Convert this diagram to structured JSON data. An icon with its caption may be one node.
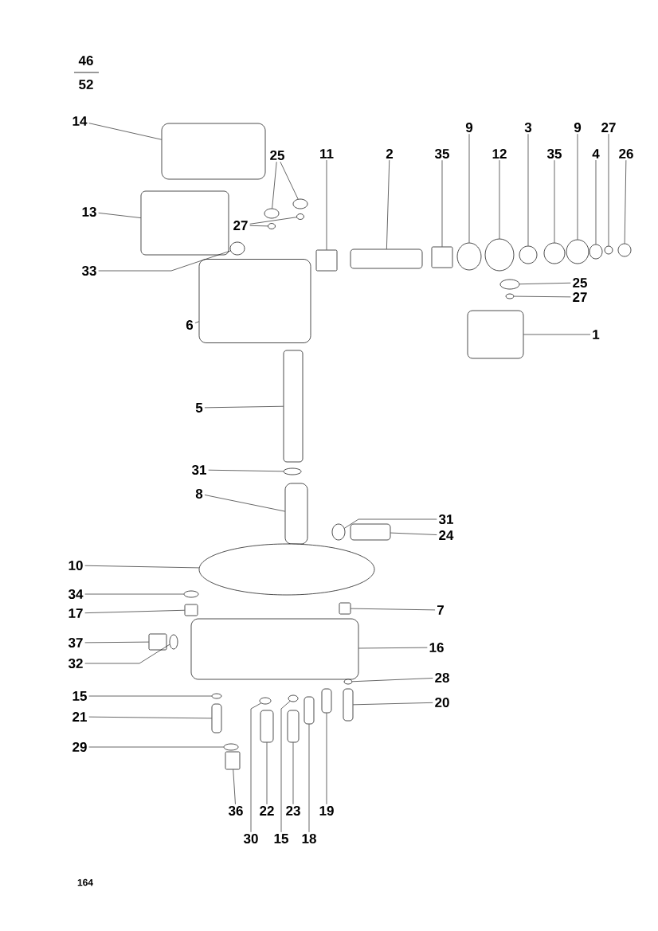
{
  "diagram": {
    "nodes": [
      {
        "text": [
          "14"
        ]
      },
      {
        "text": [],
        "shape": "box"
      },
      {
        "text": [
          "13"
        ]
      },
      {
        "text": [],
        "shape": "cylinder"
      },
      {
        "text": [
          "33"
        ]
      },
      {
        "text": [],
        "shape": "circle"
      },
      {
        "text": [
          "25"
        ]
      },
      {
        "text": [],
        "shape": "circle"
      },
      {
        "text": [],
        "shape": "circle"
      },
      {
        "text": [
          "27"
        ]
      },
      {
        "text": [],
        "shape": "circle"
      },
      {
        "text": [],
        "shape": "circle"
      },
      {
        "text": [
          "6"
        ]
      },
      {
        "text": [],
        "shape": "box"
      },
      {
        "text": [
          "11"
        ]
      },
      {
        "text": [],
        "shape": "box"
      },
      {
        "text": [
          "2"
        ]
      },
      {
        "text": [],
        "shape": "cylinder"
      },
      {
        "text": [
          "35"
        ]
      },
      {
        "text": [],
        "shape": "box"
      },
      {
        "text": [
          "9"
        ]
      },
      {
        "text": [],
        "shape": "circle"
      },
      {
        "text": [
          "12"
        ]
      },
      {
        "text": [],
        "shape": "circle"
      },
      {
        "text": [
          "3"
        ]
      },
      {
        "text": [],
        "shape": "circle"
      },
      {
        "text": [
          "35"
        ]
      },
      {
        "text": [],
        "shape": "circle"
      },
      {
        "text": [
          "9"
        ]
      },
      {
        "text": [],
        "shape": "circle"
      },
      {
        "text": [
          "4"
        ]
      },
      {
        "text": [],
        "shape": "circle"
      },
      {
        "text": [
          "27"
        ]
      },
      {
        "text": [],
        "shape": "circle"
      },
      {
        "text": [
          "26"
        ]
      },
      {
        "text": [],
        "shape": "circle"
      },
      {
        "text": [
          "25"
        ]
      },
      {
        "text": [],
        "shape": "circle"
      },
      {
        "text": [
          "27"
        ]
      },
      {
        "text": [],
        "shape": "circle"
      },
      {
        "text": [
          "1"
        ]
      },
      {
        "text": [],
        "shape": "box"
      },
      {
        "text": [
          "5"
        ]
      },
      {
        "text": [],
        "shape": "cylinder"
      },
      {
        "text": [
          "31"
        ]
      },
      {
        "text": [],
        "shape": "circle"
      },
      {
        "text": [
          "8"
        ]
      },
      {
        "text": [],
        "shape": "box"
      },
      {
        "text": [
          "31"
        ]
      },
      {
        "text": [],
        "shape": "circle"
      },
      {
        "text": [
          "24"
        ]
      },
      {
        "text": [],
        "shape": "cylinder"
      },
      {
        "text": [
          "10"
        ]
      },
      {
        "text": [],
        "shape": "circle"
      },
      {
        "text": [
          "34"
        ]
      },
      {
        "text": [],
        "shape": "circle"
      },
      {
        "text": [
          "17"
        ]
      },
      {
        "text": [],
        "shape": "box"
      },
      {
        "text": [
          "37"
        ]
      },
      {
        "text": [],
        "shape": "box"
      },
      {
        "text": [
          "32"
        ]
      },
      {
        "text": [],
        "shape": "circle"
      },
      {
        "text": [
          "7"
        ]
      },
      {
        "text": [],
        "shape": "box"
      },
      {
        "text": [
          "16"
        ]
      },
      {
        "text": [],
        "shape": "box"
      },
      {
        "text": [
          "28"
        ]
      },
      {
        "text": [],
        "shape": "circle"
      },
      {
        "text": [
          "20"
        ]
      },
      {
        "text": [],
        "shape": "cylinder"
      },
      {
        "text": [
          "15"
        ]
      },
      {
        "text": [],
        "shape": "circle"
      },
      {
        "text": [
          "21"
        ]
      },
      {
        "text": [],
        "shape": "cylinder"
      },
      {
        "text": [
          "29"
        ]
      },
      {
        "text": [],
        "shape": "circle"
      },
      {
        "text": [
          "36"
        ]
      },
      {
        "text": [],
        "shape": "box"
      },
      {
        "text": [
          "22"
        ]
      },
      {
        "text": [],
        "shape": "cylinder"
      },
      {
        "text": [
          "23"
        ]
      },
      {
        "text": [],
        "shape": "cylinder"
      },
      {
        "text": [
          "19"
        ]
      },
      {
        "text": [],
        "shape": "cylinder"
      },
      {
        "text": [
          "30"
        ]
      },
      {
        "text": [],
        "shape": "circle"
      },
      {
        "text": [
          "15"
        ]
      },
      {
        "text": [],
        "shape": "circle"
      },
      {
        "text": [
          "18"
        ]
      },
      {
        "text": [],
        "shape": "cylinder"
      }
    ],
    "edges": [
      {
        "from": 0,
        "to": 1,
        "arrow": "none"
      },
      {
        "from": 2,
        "to": 3,
        "arrow": "none"
      },
      {
        "from": 4,
        "to": 5,
        "arrow": "none"
      },
      {
        "from": 6,
        "to": 7,
        "arrow": "none"
      },
      {
        "from": 6,
        "to": 8,
        "arrow": "none"
      },
      {
        "from": 9,
        "to": 10,
        "arrow": "none"
      },
      {
        "from": 9,
        "to": 11,
        "arrow": "none"
      },
      {
        "from": 12,
        "to": 13,
        "arrow": "none"
      },
      {
        "from": 14,
        "to": 15,
        "arrow": "none"
      },
      {
        "from": 16,
        "to": 17,
        "arrow": "none"
      },
      {
        "from": 18,
        "to": 19,
        "arrow": "none"
      },
      {
        "from": 20,
        "to": 21,
        "arrow": "none"
      },
      {
        "from": 22,
        "to": 23,
        "arrow": "none"
      },
      {
        "from": 24,
        "to": 25,
        "arrow": "none"
      },
      {
        "from": 26,
        "to": 27,
        "arrow": "none"
      },
      {
        "from": 28,
        "to": 29,
        "arrow": "none"
      },
      {
        "from": 30,
        "to": 31,
        "arrow": "none"
      },
      {
        "from": 32,
        "to": 33,
        "arrow": "none"
      },
      {
        "from": 34,
        "to": 35,
        "arrow": "none"
      },
      {
        "from": 36,
        "to": 37,
        "arrow": "none"
      },
      {
        "from": 38,
        "to": 39,
        "arrow": "none"
      },
      {
        "from": 40,
        "to": 41,
        "arrow": "none"
      },
      {
        "from": 42,
        "to": 43,
        "arrow": "none"
      },
      {
        "from": 44,
        "to": 45,
        "arrow": "none"
      },
      {
        "from": 46,
        "to": 47,
        "arrow": "none"
      },
      {
        "from": 48,
        "to": 49,
        "arrow": "none"
      },
      {
        "from": 50,
        "to": 51,
        "arrow": "none"
      },
      {
        "from": 52,
        "to": 53,
        "arrow": "none"
      },
      {
        "from": 54,
        "to": 55,
        "arrow": "none"
      },
      {
        "from": 56,
        "to": 57,
        "arrow": "none"
      },
      {
        "from": 58,
        "to": 59,
        "arrow": "none"
      },
      {
        "from": 60,
        "to": 61,
        "arrow": "none"
      },
      {
        "from": 62,
        "to": 63,
        "arrow": "none"
      },
      {
        "from": 64,
        "to": 65,
        "arrow": "none"
      },
      {
        "from": 66,
        "to": 67,
        "arrow": "none"
      },
      {
        "from": 68,
        "to": 69,
        "arrow": "none"
      },
      {
        "from": 70,
        "to": 71,
        "arrow": "none"
      },
      {
        "from": 72,
        "to": 73,
        "arrow": "none"
      },
      {
        "from": 74,
        "to": 75,
        "arrow": "none"
      },
      {
        "from": 76,
        "to": 77,
        "arrow": "none"
      },
      {
        "from": 78,
        "to": 79,
        "arrow": "none"
      },
      {
        "from": 80,
        "to": 81,
        "arrow": "none"
      },
      {
        "from": 82,
        "to": 83,
        "arrow": "none"
      },
      {
        "from": 84,
        "to": 85,
        "arrow": "none"
      },
      {
        "from": 86,
        "to": 87,
        "arrow": "none"
      },
      {
        "from": 88,
        "to": 89,
        "arrow": "none"
      }
    ],
    "labels": [
      "46",
      "52",
      "164"
    ]
  }
}
